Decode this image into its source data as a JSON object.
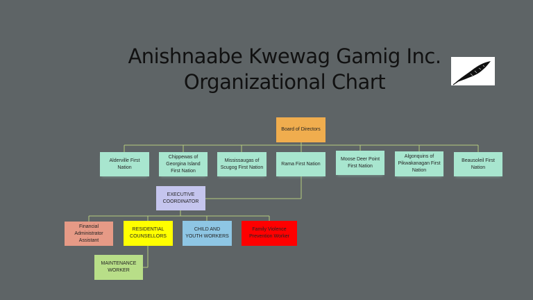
{
  "title": {
    "line1": "Anishnaabe Kwewag Gamig Inc.",
    "line2": "Organizational Chart"
  },
  "icons": {
    "feather": "feather-image"
  },
  "colors": {
    "background": "#5e6466",
    "board": "#f0ad4e",
    "nation": "#a8e6cf",
    "coordinator": "#c5c5ee",
    "financial": "#e69a86",
    "residential": "#ffff00",
    "childyouth": "#8ec6e4",
    "familyviolence": "#ff0000",
    "maintenance": "#b8de88",
    "connector": "#b7cc7e"
  },
  "board": {
    "label": "Board of Directors"
  },
  "nations": [
    {
      "label": "Alderville  First Nation"
    },
    {
      "label": "Chippewas of Georgina Island First Nation"
    },
    {
      "label": "Mississaugas  of Scugog First Nation"
    },
    {
      "label": "Rama First Nation"
    },
    {
      "label": "Moose Deer Point First Nation"
    },
    {
      "label": "Algonquins of Pikwakanagan First Nation"
    },
    {
      "label": "Beausoleil  First Nation"
    }
  ],
  "coordinator": {
    "label": "EXECUTIVE COORDINATOR"
  },
  "staff": {
    "financial": "Financial Administrator Assistant",
    "residential": "RESIDENTIAL COUNSELLORS",
    "childyouth": "CHILD AND YOUTH WORKERS",
    "familyviolence": "Family Violence Prevention Worker"
  },
  "maintenance": {
    "label": "MAINTENANCE WORKER"
  }
}
